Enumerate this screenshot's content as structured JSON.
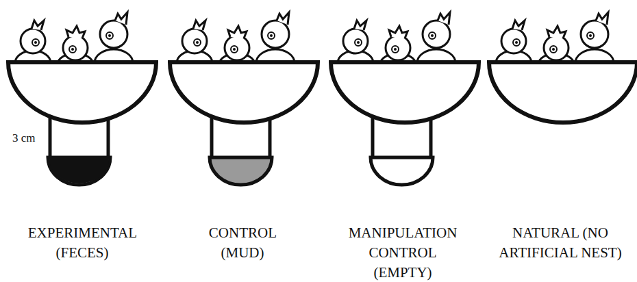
{
  "diagram": {
    "labels": [
      "3 cm",
      "EXPERIMENTAL (FECES)",
      "CONTROL (MUD)",
      "MANIPULATION CONTROL (EMPTY)",
      "NATURAL (NO ARTIFICIAL NEST)"
    ]
  }
}
